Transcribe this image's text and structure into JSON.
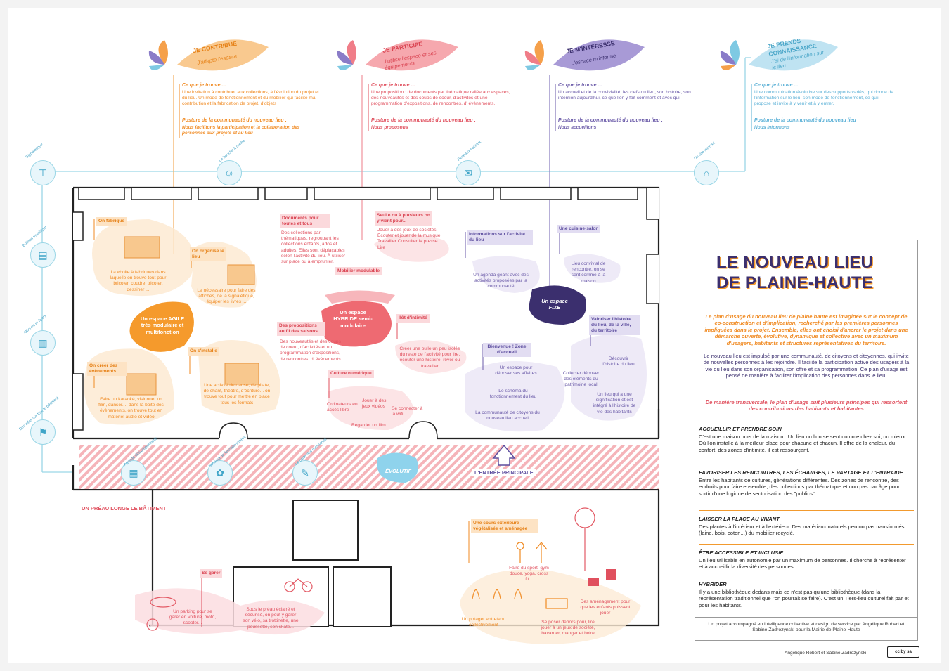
{
  "postures": [
    {
      "title": "JE CONTRIBUE",
      "subtitle": "J'adapte l'espace",
      "find_label": "Ce que je trouve ...",
      "find_text": "Une invitation à contribuer aux collections, à l'évolution du projet et du lieu. Un mode de fonctionnement et du mobilier qui facilite ma contribution et la fabrication de projet, d'objets",
      "posture_label": "Posture de la communauté du nouveau lieu :",
      "posture_text": "Nous facilitons la participation et la collaboration des personnes aux projets et au lieu",
      "color": "#f08a22"
    },
    {
      "title": "JE PARTICIPE",
      "subtitle": "J'utilise l'espace et ses équipements",
      "find_label": "Ce que je trouve ...",
      "find_text": "Une proposition : de documents par thématique reliée aux espaces, des nouveautés et des coups de coeur, d'activités et une programmation d'expositions, de rencontres, d' évènements.",
      "posture_label": "Posture de la communauté du nouveau lieu :",
      "posture_text": "Nous proposons",
      "color": "#e0505e"
    },
    {
      "title": "JE M'INTÉRESSE",
      "subtitle": "L'espace m'informe",
      "find_label": "Ce que je trouve ...",
      "find_text": "Un accueil et de la convivialité, les clefs du lieu, son histoire, son intention aujourd'hui, ce que l'on y fait comment et avec qui.",
      "posture_label": "Posture de la communauté du nouveau lieu :",
      "posture_text": "Nous accueillons",
      "color": "#6a5aa8"
    },
    {
      "title": "JE PRENDS CONNAISSANCE",
      "subtitle": "J'ai de l'information sur le lieu",
      "find_label": "Ce que je trouve ...",
      "find_text": "Une communication évolutive sur des supports variés, qui donne de l'information sur le lieu, son mode de fonctionnement, ce qu'il propose et invite à y venir et à y entrer.",
      "posture_label": "Posture de la communauté du nouveau lieu",
      "posture_text": "Nous informons",
      "color": "#5ab0d6"
    }
  ],
  "channels": {
    "signaletique": "Signalétique",
    "bouche": "Le bouche à oreille",
    "reseaux": "Réseaux sociaux",
    "site": "Un site internet",
    "bulletin": "Bulletin municipal",
    "affiches": "Affiches et flyers",
    "preau_info": "Des infos sur tout le bâtiment",
    "agenda_prop": "Agenda des propositions",
    "schema_fonct": "Schéma de fonctionnement",
    "carte_messages": "Le carte des messages"
  },
  "plan": {
    "fabrique_tag": "On fabrique",
    "fabrique_text": "La «boite à fabrique» dans laquelle on trouve tout pour bricoler, coudre, tricoter, dessiner ...",
    "organise_tag": "On organise le lieu",
    "organise_text": "Le nécessaire pour faire des affiches, de la signalétique, équiper les livres ...",
    "agile": "Un espace AGILE très modulaire et multifonction",
    "events_tag": "On créer des évènements",
    "events_text": "Faire un karaoké, visionner un film, danser.... dans la boite des évènements, on trouve tout en matériel audio et vidéo",
    "install_tag": "On s'installe",
    "install_text": "Une activité de danse, de pilate, de chant, théâtre, d'écriture... on trouve tout pour mettre en place tous les formats",
    "docs_tag": "Documents pour toutes et tous",
    "docs_text": "Des collections par thématiques, regroupant les collections enfants, ados et adultes. Elles sont déplaçables selon l'activité du lieu. À utiliser sur place ou à emprunter.",
    "mobilier_tag": "Mobilier modulable",
    "hybride": "Un espace HYBRIDE semi-modulaire",
    "saisons_tag": "Des propositions au fil des saisons",
    "saisons_text": "Des nouveautés et des coups de coeur, d'activités et un programmation d'expositions, de rencontres, d' évènements.",
    "seul_tag": "Seul.e ou à plusieurs on y vient pour...",
    "seul_text": "Jouer à des jeux de sociétés Écouter et jouer de la musique Travailler Consulter la presse Lire",
    "ilot_tag": "Ilôt d'intimité",
    "ilot_text": "Créer une bulle un peu isolée du reste de l'activité pour lire, écouter une histoire, rêver ou travailler",
    "numerique_tag": "Culture numérique",
    "ordis": "Ordinateurs en accès libre",
    "jeux_video": "Jouer à des jeux vidéos",
    "wifi": "Se connecter à la wifi",
    "film": "Regarder un film",
    "infos_tag": "Informations sur l'activité du lieu",
    "agenda_text": "Un agenda géant avec des activités proposées par la communauté",
    "fixe": "Un espace FIXE",
    "cuisine_tag": "Une cuisine-salon",
    "cuisine_text": "Lieu convivial de rencontre, on se sent comme à la maison",
    "bienvenue_tag": "Bienvenue ! Zone d'accueil",
    "affaires": "Un espace pour déposer ses affaires",
    "schema_text": "Le schéma du fonctionnement du lieu",
    "communaute": "La communauté de citoyens du nouveau lieu accueil",
    "histoire_tag": "Valoriser l'histoire du lieu, de la ville, du territoire",
    "decouvrir": "Découvrir l'histoire du lieu",
    "patrimoine": "Collecter déposer des éléments du patrimoine local",
    "signification": "Un lieu qui a une signification et est intégré à l'histoire de vie des habitants",
    "evolutif": "ÉVOLUTIF",
    "entree": "L'ENTRÉE PRINCIPALE",
    "preau": "UN PRÉAU LONGE LE BÂTIMENT",
    "cours_tag": "Une cours extérieure végétalisée et aménagée",
    "sport": "Faire du sport, gym douce, yoga, cross fit...",
    "potager": "Un potager entretenu collectivement",
    "poser": "Se poser dehors pour, lire jouer à un jeux de société, bavarder, manger et boire",
    "amenagement": "Des aménagement pour que les enfants puissent jouer",
    "garer_tag": "Se garer",
    "parking": "Un parking pour se garer en voiture, moto, scooter...",
    "velo": "Sous le préau éclairé et sécurisé, on peut y garer son vélo, sa trottinette, une poussette, son skate..."
  },
  "panel": {
    "title_line1": "LE NOUVEAU LIEU",
    "title_line2": "DE PLAINE-HAUTE",
    "intro": "Le plan d'usage du nouveau lieu de plaine haute est imaginée sur le concept de co-construction et d'implication, recherché par les premières personnes impliquées dans le projet. Ensemble, elles ont choisi d'ancrer le projet dans une démarche ouverte, évolutive, dynamique et collective avec un maximum d'usagers, habitants et structures représentatives du territoire.",
    "para2": "Le nouveau lieu est impulsé par une communauté, de citoyens et citoyennes, qui invite de nouvelles personnes à les rejoindre. Il facilite la participation active des usagers à la vie du lieu dans son organisation, son offre et sa programmation. Ce plan d'usage est pensé de manière à faciliter l'implication des personnes dans le lieu.",
    "transversal": "De manière transversale, le plan d'usage suit plusieurs principes qui ressortent des contributions des habitants et habitantes",
    "principles": [
      {
        "head": "ACCUEILLIR ET PRENDRE SOIN",
        "body": "C'est une maison hors de la maison : Un lieu ou l'on se sent comme chez soi, ou mieux. Où l'on installe à la meilleur place pour chacune et chacun. Il offre de la chaleur, du confort, des zones d'intimité, il est ressourçant."
      },
      {
        "head": "FAVORISER LES RENCONTRES, LES ÉCHANGES, LE PARTAGE ET L'ENTRAIDE",
        "body": "Entre les habitants de cultures, générations différentes. Des zones de rencontre, des endroits pour faire ensemble, des collections par thématique et non pas par âge pour sortir d'une logique de sectorisation des \"publics\"."
      },
      {
        "head": "LAISSER LA PLACE AU VIVANT",
        "body": "Des plantes à l'intérieur et à l'extérieur. Des matériaux naturels peu ou pas transformés (laine, bois, coton...) du mobilier recyclé."
      },
      {
        "head": "ÊTRE ACCESSIBLE ET INCLUSIF",
        "body": "Un lieu utilisable en autonomie par un maximum de personnes. Il cherche à représenter et à accueillir la diversité des personnes."
      },
      {
        "head": "HYBRIDER",
        "body": "Il y a une bibliothèque dedans mais ce n'est pas qu'une bibliothèque (dans la représentation traditionnel que l'on pourrait se faire). C'est un Tiers-lieu culturel fait par et pour les habitants."
      }
    ],
    "footer": "Un projet accompagné en intelligence collective et design de service par Angélique Robert et Sabine Zadrozynski pour la Mairie de Plaine-Haute"
  },
  "credits": "Angélique Robert et Sabine Zadrozynski",
  "license": "cc by sa"
}
